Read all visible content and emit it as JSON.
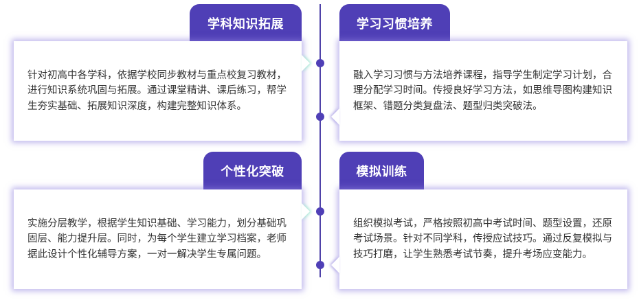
{
  "timeline": {
    "line_color": "#4f42a8",
    "dot_color": "#4f3fb6",
    "tab_color": "#4f3fb6"
  },
  "items": [
    {
      "title": "学科知识拓展",
      "side": "left",
      "text": "针对初高中各学科，依据学校同步教材与重点校复习教材，进行知识系统巩固与拓展。通过课堂精讲、课后练习，帮学生夯实基础、拓展知识深度，构建完整知识体系。"
    },
    {
      "title": "学习习惯培养",
      "side": "right",
      "text": "融入学习习惯与方法培养课程，指导学生制定学习计划，合理分配学习时间。传授良好学习方法，如思维导图构建知识框架、错题分类复盘法、题型归类突破法。"
    },
    {
      "title": "个性化突破",
      "side": "left",
      "text": "实施分层教学，根据学生知识基础、学习能力，划分基础巩固层、能力提升层。同时，为每个学生建立学习档案，老师据此设计个性化辅导方案，一对一解决学生专属问题。"
    },
    {
      "title": "模拟训练",
      "side": "right",
      "text": "组织模拟考试，严格按照初高中考试时间、题型设置，还原考试场景。针对不同学科，传授应试技巧。通过反复模拟与技巧打磨，让学生熟悉考试节奏，提升考场应变能力。"
    }
  ]
}
